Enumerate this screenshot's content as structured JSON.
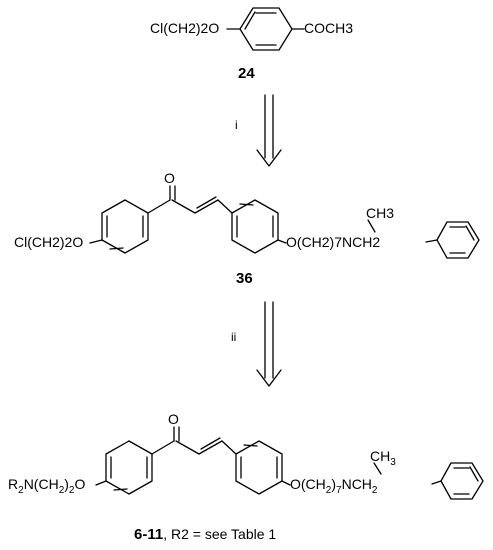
{
  "scheme": {
    "compound_24": {
      "left_group": "Cl(CH2)2O",
      "right_group": "COCH3",
      "number": "24"
    },
    "step_1": {
      "reagent": "i"
    },
    "compound_36": {
      "left_group": "Cl(CH2)2O",
      "carbonyl": "O",
      "right_chain": "O(CH2)7NCH2",
      "methyl": "CH3",
      "number": "36"
    },
    "step_2": {
      "reagent": "ii"
    },
    "compound_6_11": {
      "left_group": "R2N(CH2)2O",
      "carbonyl": "O",
      "right_chain": "O(CH2)7NCH2",
      "methyl": "CH3",
      "number": "6-11",
      "caption_suffix": ", R2 = see Table 1"
    }
  }
}
